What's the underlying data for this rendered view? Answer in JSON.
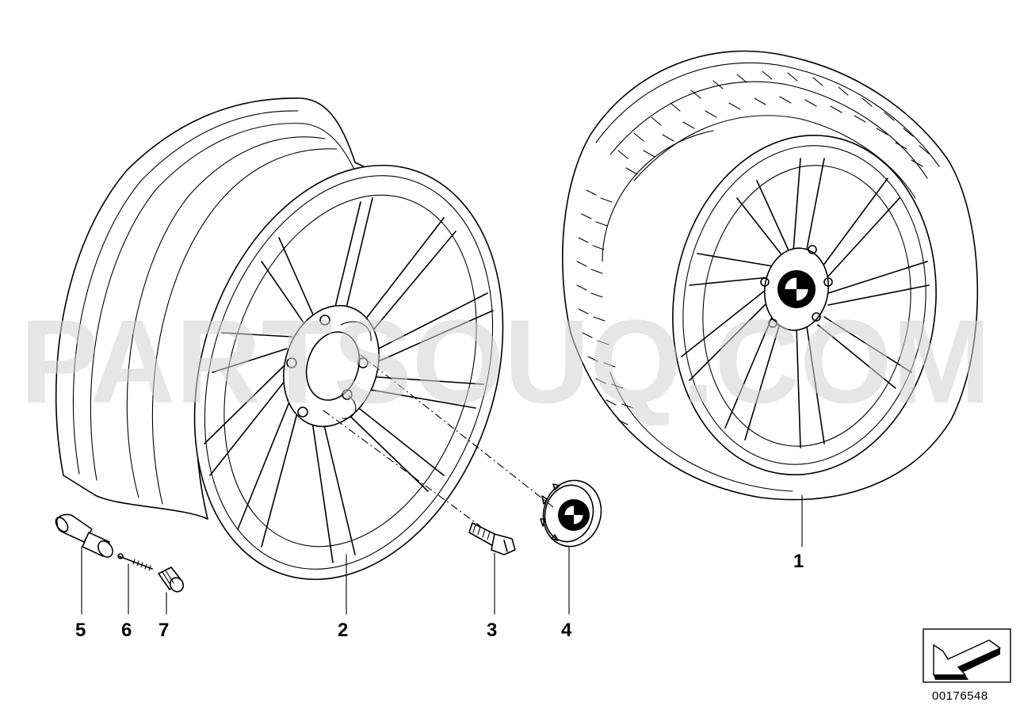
{
  "watermark": "PARTSOUQ.COM",
  "callouts": {
    "c1": "1",
    "c2": "2",
    "c3": "3",
    "c4": "4",
    "c5": "5",
    "c6": "6",
    "c7": "7"
  },
  "document_number": "00176548",
  "icons": {
    "orientation": "arrow-icon",
    "emblem": "roundel-emblem-icon"
  }
}
